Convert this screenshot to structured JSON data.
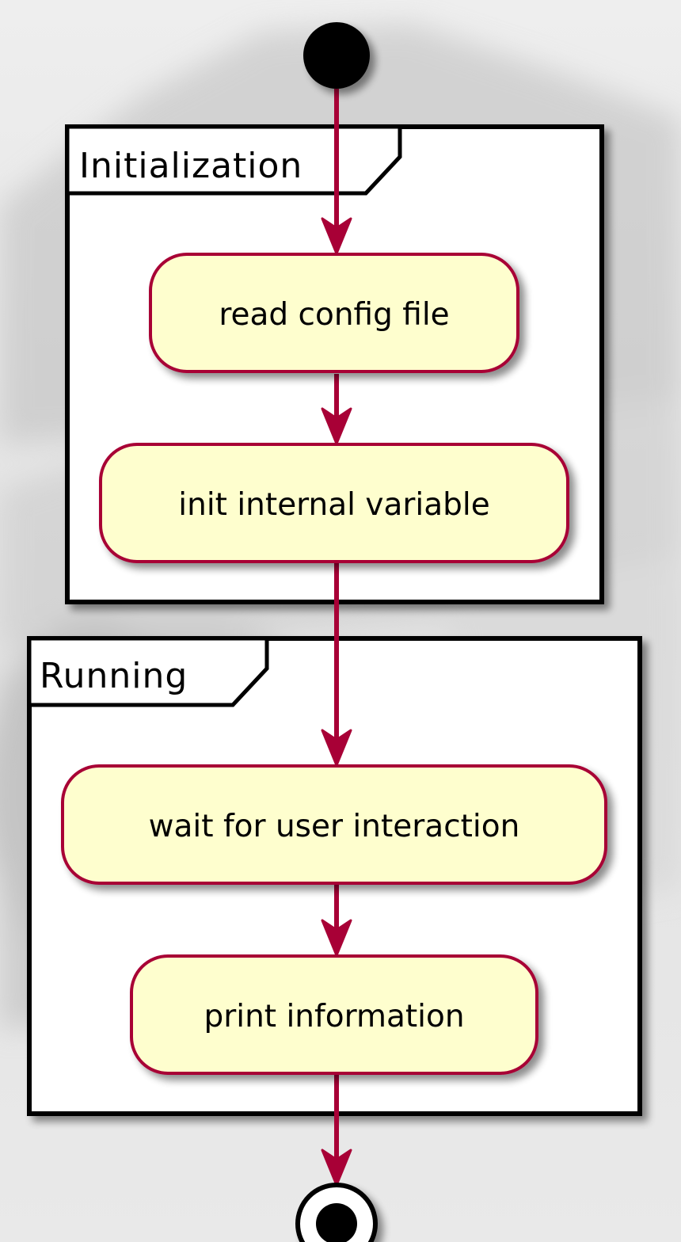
{
  "diagram": {
    "type": "activity-diagram",
    "frames": [
      {
        "id": "initialization",
        "title": "Initialization"
      },
      {
        "id": "running",
        "title": "Running"
      }
    ],
    "activities": [
      {
        "id": "read-config",
        "frame": "initialization",
        "label": "read config file"
      },
      {
        "id": "init-internal",
        "frame": "initialization",
        "label": "init internal variable"
      },
      {
        "id": "wait-user",
        "frame": "running",
        "label": "wait for user interaction"
      },
      {
        "id": "print-info",
        "frame": "running",
        "label": "print information"
      }
    ],
    "flow": [
      "start",
      "read-config",
      "init-internal",
      "wait-user",
      "print-info",
      "end"
    ]
  },
  "colors": {
    "arrow": "#A80036",
    "activity_fill": "#FEFECE",
    "activity_border": "#A80036",
    "frame_border": "#000000",
    "frame_fill": "#FFFFFF",
    "start_node": "#000000"
  }
}
